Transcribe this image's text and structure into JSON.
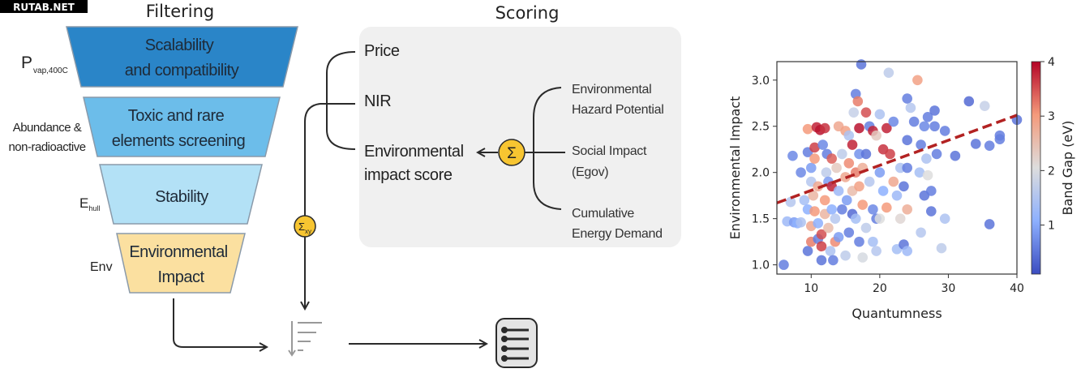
{
  "watermark": "RUTAB.NET",
  "filtering": {
    "title": "Filtering",
    "stages": [
      {
        "line1": "Scalability",
        "line2": "and compatibility",
        "color": "#2a85c8",
        "criterion": "P",
        "criterion_sub": "vap,400C"
      },
      {
        "line1": "Toxic and rare",
        "line2": "elements screening",
        "color": "#6cbdea",
        "criterion_line1": "Abundance &",
        "criterion_line2": "non-radioactive"
      },
      {
        "line1": "Stability",
        "color": "#b3e1f6",
        "criterion": "E",
        "criterion_sub": "hull"
      },
      {
        "line1": "Environmental",
        "line2": "Impact",
        "color": "#fbe0a0",
        "criterion": "Env"
      }
    ]
  },
  "scoring": {
    "title": "Scoring",
    "items": [
      "Price",
      "NIR"
    ],
    "env_score_line1": "Environmental",
    "env_score_line2": "impact score",
    "sum_symbol": "Σ",
    "weighted_sum_symbol": "Σ",
    "weighted_sum_sub": "xy",
    "components": [
      {
        "line1": "Environmental",
        "line2": "Hazard Potential"
      },
      {
        "line1": "Social Impact",
        "line2": "(Egov)"
      },
      {
        "line1": "Cumulative",
        "line2": "Energy Demand"
      }
    ],
    "accent": "#f7c531"
  },
  "icons": {
    "sort": "sort-descending-icon",
    "list": "ranked-list-icon"
  },
  "chart_data": {
    "type": "scatter",
    "xlabel": "Quantumness",
    "ylabel": "Environmental Impact",
    "colorbar_label": "Band Gap (eV)",
    "colormap": "coolwarm",
    "xlim": [
      5,
      40
    ],
    "ylim": [
      0.9,
      3.2
    ],
    "clim": [
      0.1,
      4
    ],
    "xticks": [
      "10",
      "20",
      "30",
      "40"
    ],
    "yticks": [
      "1.0",
      "1.5",
      "2.0",
      "2.5",
      "3.0"
    ],
    "cticks": [
      "1",
      "2",
      "3",
      "4"
    ],
    "trendline": {
      "color": "#b22222",
      "style": "dashed",
      "from": [
        5,
        1.67
      ],
      "to": [
        40,
        2.62
      ]
    },
    "points": [
      [
        6,
        1.0,
        0.5
      ],
      [
        6.5,
        1.47,
        1.2
      ],
      [
        7,
        1.68,
        1.5
      ],
      [
        7.3,
        2.18,
        0.6
      ],
      [
        7.5,
        1.46,
        0.8
      ],
      [
        8,
        1.45,
        1.0
      ],
      [
        8.5,
        1.46,
        1.4
      ],
      [
        8.5,
        2.0,
        0.6
      ],
      [
        9,
        1.7,
        1.3
      ],
      [
        9.5,
        2.47,
        3.0
      ],
      [
        9.5,
        2.22,
        0.5
      ],
      [
        9.5,
        1.15,
        0.4
      ],
      [
        9.5,
        1.6,
        1.0
      ],
      [
        10,
        2.05,
        0.8
      ],
      [
        10,
        1.9,
        1.5
      ],
      [
        10,
        1.42,
        2.8
      ],
      [
        10,
        1.25,
        3.2
      ],
      [
        10.3,
        1.75,
        2.6
      ],
      [
        10.5,
        2.27,
        3.6
      ],
      [
        10.5,
        1.58,
        3.0
      ],
      [
        10.5,
        2.15,
        3.0
      ],
      [
        10.8,
        2.49,
        3.8
      ],
      [
        11,
        1.45,
        1.0
      ],
      [
        11,
        1.28,
        0.5
      ],
      [
        11,
        1.85,
        2.8
      ],
      [
        11.3,
        2.46,
        3.9
      ],
      [
        11.5,
        1.2,
        3.6
      ],
      [
        11.5,
        1.05,
        0.4
      ],
      [
        11.5,
        1.33,
        3.5
      ],
      [
        11.7,
        2.3,
        0.6
      ],
      [
        12,
        2.48,
        3.7
      ],
      [
        12,
        1.7,
        3.0
      ],
      [
        12,
        1.55,
        2.6
      ],
      [
        12.2,
        2.0,
        1.6
      ],
      [
        12.3,
        2.2,
        0.5
      ],
      [
        12.5,
        1.9,
        0.8
      ],
      [
        12.5,
        1.4,
        2.5
      ],
      [
        12.8,
        1.15,
        1.4
      ],
      [
        13,
        1.85,
        3.8
      ],
      [
        13,
        1.6,
        1.0
      ],
      [
        13,
        2.15,
        3.4
      ],
      [
        13.2,
        1.05,
        0.5
      ],
      [
        13.5,
        1.5,
        1.5
      ],
      [
        13.5,
        1.25,
        3.1
      ],
      [
        13.7,
        2.05,
        2.3
      ],
      [
        14,
        2.5,
        2.8
      ],
      [
        14,
        1.3,
        0.8
      ],
      [
        14,
        1.8,
        1.2
      ],
      [
        14.5,
        2.2,
        1.6
      ],
      [
        14.5,
        1.6,
        0.5
      ],
      [
        15,
        2.45,
        2.9
      ],
      [
        15,
        1.95,
        2.8
      ],
      [
        15,
        1.1,
        1.6
      ],
      [
        15.2,
        1.7,
        0.8
      ],
      [
        15.5,
        1.35,
        0.5
      ],
      [
        15.5,
        2.4,
        1.4
      ],
      [
        15.5,
        2.1,
        3.1
      ],
      [
        16,
        2.3,
        3.8
      ],
      [
        16,
        1.55,
        0.3
      ],
      [
        16,
        1.8,
        2.5
      ],
      [
        16.2,
        2.65,
        1.7
      ],
      [
        16.5,
        2.85,
        0.5
      ],
      [
        16.5,
        2.0,
        3.2
      ],
      [
        16.5,
        1.5,
        1.3
      ],
      [
        16.8,
        2.77,
        3.2
      ],
      [
        17,
        2.2,
        0.7
      ],
      [
        17,
        1.85,
        2.9
      ],
      [
        17,
        2.48,
        3.9
      ],
      [
        17,
        1.25,
        0.5
      ],
      [
        17.3,
        3.17,
        0.4
      ],
      [
        17.5,
        1.08,
        1.9
      ],
      [
        17.5,
        2.05,
        2.7
      ],
      [
        17.5,
        1.65,
        3.0
      ],
      [
        18,
        2.65,
        3.5
      ],
      [
        18,
        1.4,
        1.6
      ],
      [
        18,
        2.2,
        0.4
      ],
      [
        18.5,
        2.5,
        0.5
      ],
      [
        18.5,
        1.9,
        1.5
      ],
      [
        19,
        1.25,
        1.3
      ],
      [
        19,
        2.45,
        3.8
      ],
      [
        19,
        1.6,
        0.6
      ],
      [
        19.5,
        2.4,
        2.3
      ],
      [
        19.5,
        1.15,
        1.5
      ],
      [
        19.5,
        1.5,
        0.5
      ],
      [
        20,
        2.63,
        1.4
      ],
      [
        20,
        2.0,
        0.8
      ],
      [
        20,
        1.5,
        2.0
      ],
      [
        20.5,
        2.25,
        3.7
      ],
      [
        20.5,
        1.8,
        1.0
      ],
      [
        21,
        2.48,
        3.8
      ],
      [
        21,
        1.62,
        3.0
      ],
      [
        21.3,
        3.08,
        1.6
      ],
      [
        21.5,
        2.2,
        3.6
      ],
      [
        22,
        1.9,
        2.8
      ],
      [
        22,
        2.55,
        0.6
      ],
      [
        22.5,
        1.17,
        1.3
      ],
      [
        22.5,
        1.75,
        1.2
      ],
      [
        23,
        2.05,
        1.4
      ],
      [
        23,
        1.5,
        2.1
      ],
      [
        23.5,
        1.22,
        0.4
      ],
      [
        23.5,
        1.85,
        0.4
      ],
      [
        24,
        2.8,
        0.5
      ],
      [
        24,
        2.35,
        0.4
      ],
      [
        24,
        1.15,
        1.2
      ],
      [
        24,
        2.05,
        0.5
      ],
      [
        24,
        1.6,
        2.7
      ],
      [
        24.5,
        2.7,
        1.5
      ],
      [
        25,
        2.55,
        0.5
      ],
      [
        25.5,
        3.0,
        2.9
      ],
      [
        25.8,
        2.0,
        1.3
      ],
      [
        26,
        1.35,
        1.5
      ],
      [
        26,
        2.3,
        0.5
      ],
      [
        26.5,
        1.75,
        0.4
      ],
      [
        26.5,
        2.5,
        0.6
      ],
      [
        26.8,
        2.15,
        1.4
      ],
      [
        27,
        2.6,
        0.5
      ],
      [
        27,
        1.97,
        2.0
      ],
      [
        27.5,
        1.8,
        0.5
      ],
      [
        27.5,
        1.58,
        0.4
      ],
      [
        28,
        2.67,
        0.4
      ],
      [
        28,
        2.5,
        0.5
      ],
      [
        28.3,
        2.2,
        0.5
      ],
      [
        29,
        1.18,
        1.6
      ],
      [
        29.5,
        2.45,
        0.5
      ],
      [
        29.5,
        1.5,
        1.4
      ],
      [
        31,
        2.18,
        0.4
      ],
      [
        33,
        2.77,
        0.3
      ],
      [
        34,
        2.31,
        0.4
      ],
      [
        35.3,
        2.72,
        1.7
      ],
      [
        36,
        1.44,
        0.4
      ],
      [
        36,
        2.29,
        0.5
      ],
      [
        37.5,
        2.4,
        0.5
      ],
      [
        37.5,
        2.36,
        0.5
      ],
      [
        40,
        2.57,
        0.4
      ]
    ]
  }
}
